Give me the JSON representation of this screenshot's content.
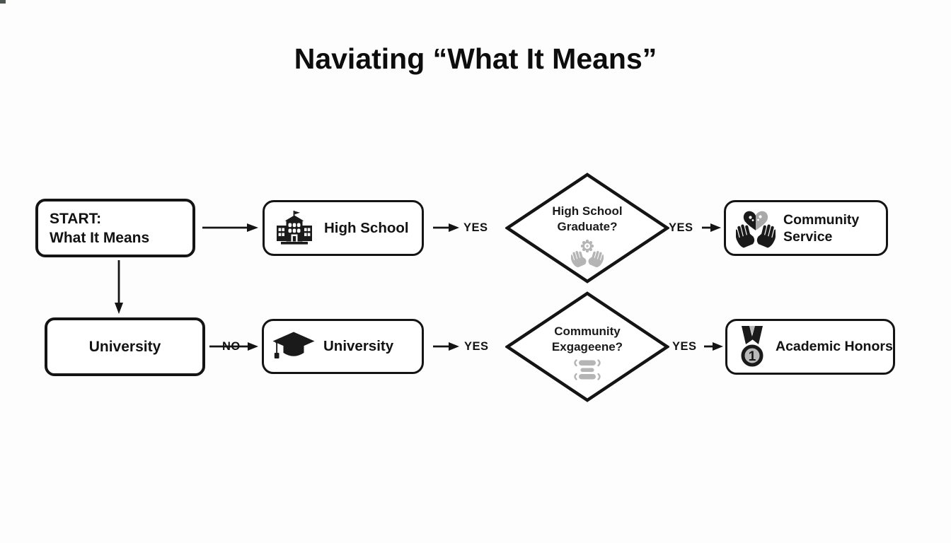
{
  "title": "Naviating “What It Means”",
  "nodes": {
    "start": {
      "line1": "START:",
      "line2": "What It Means"
    },
    "university_entry": {
      "label": "University"
    },
    "high_school": {
      "label": "High School",
      "icon": "school-building-icon"
    },
    "university": {
      "label": "University",
      "icon": "graduation-cap-icon"
    },
    "decision_hs_graduate": {
      "line1": "High School",
      "line2": "Graduate?",
      "icon": "hands-holding-badge-icon"
    },
    "decision_community": {
      "line1": "Community",
      "line2": "Exgageene?",
      "icon": "scroll-list-icon"
    },
    "community_service": {
      "line1": "Community",
      "line2": "Service",
      "icon": "hands-holding-heart-icon"
    },
    "academic_honors": {
      "label": "Academic Honors",
      "icon": "first-place-medal-icon",
      "medal_number": "1"
    }
  },
  "edge_labels": {
    "yes_high_school_to_decision": "YES",
    "yes_decision_to_service": "YES",
    "no_university": "NO",
    "yes_university_to_decision": "YES",
    "yes_decision_to_honors": "YES"
  },
  "colors": {
    "ink": "#141414",
    "icon_gray": "#b5b5b5",
    "background": "#fdfdfd"
  }
}
